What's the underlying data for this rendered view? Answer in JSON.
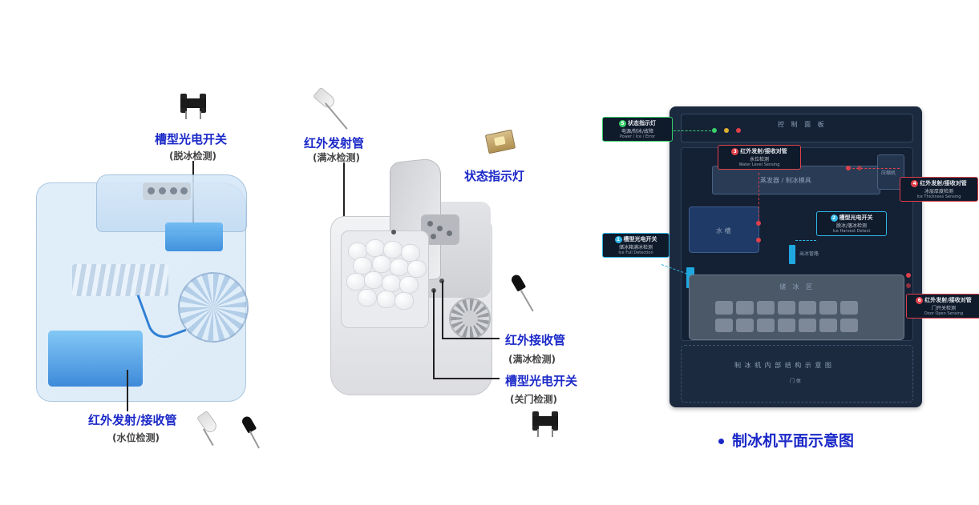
{
  "left": {
    "slot_switch": {
      "title": "槽型光电开关",
      "sub": "(脱冰检测)"
    },
    "ir_pair": {
      "title": "红外发射/接收管",
      "sub": "(水位检测)"
    }
  },
  "middle": {
    "ir_emitter": {
      "title": "红外发射管",
      "sub": "(满冰检测)"
    },
    "status_led": {
      "title": "状态指示灯"
    },
    "ir_receiver": {
      "title": "红外接收管",
      "sub": "(满冰检测)"
    },
    "slot_switch": {
      "title": "槽型光电开关",
      "sub": "(关门检测)"
    }
  },
  "panel": {
    "control_panel": "控 制 面 板",
    "evaporator": "蒸发器 / 制冰模具",
    "compressor": "压缩机",
    "tank": "水 槽",
    "outlet": "出冰管路",
    "bin": "储 冰 区",
    "diagram_title": "制 冰 机 内 部 结 构 示 意 图",
    "door": "门 体",
    "callouts": [
      {
        "num": "5",
        "title": "状态指示灯",
        "cn": "电源/制冰/故障",
        "en": "Power / Ice / Error"
      },
      {
        "num": "3",
        "title": "红外发射/接收对管",
        "cn": "水位检测",
        "en": "Water Level Sensing"
      },
      {
        "num": "4",
        "title": "红外发射/接收对管",
        "cn": "冰层厚度检测",
        "en": "Ice Thickness Sensing"
      },
      {
        "num": "2",
        "title": "槽型光电开关",
        "cn": "脱冰/落冰检测",
        "en": "Ice Harvest Detect"
      },
      {
        "num": "1",
        "title": "槽型光电开关",
        "cn": "储冰箱满冰检测",
        "en": "Ice Full Detection"
      },
      {
        "num": "6",
        "title": "红外发射/接收对管",
        "cn": "门开关检测",
        "en": "Door Open Sensing"
      }
    ]
  },
  "caption": "制冰机平面示意图",
  "colors": {
    "label_blue": "#1a28c8",
    "panel_bg": "#1c2a3f",
    "green": "#39d06b",
    "red": "#e0404a",
    "cyan": "#2fb8e6"
  }
}
